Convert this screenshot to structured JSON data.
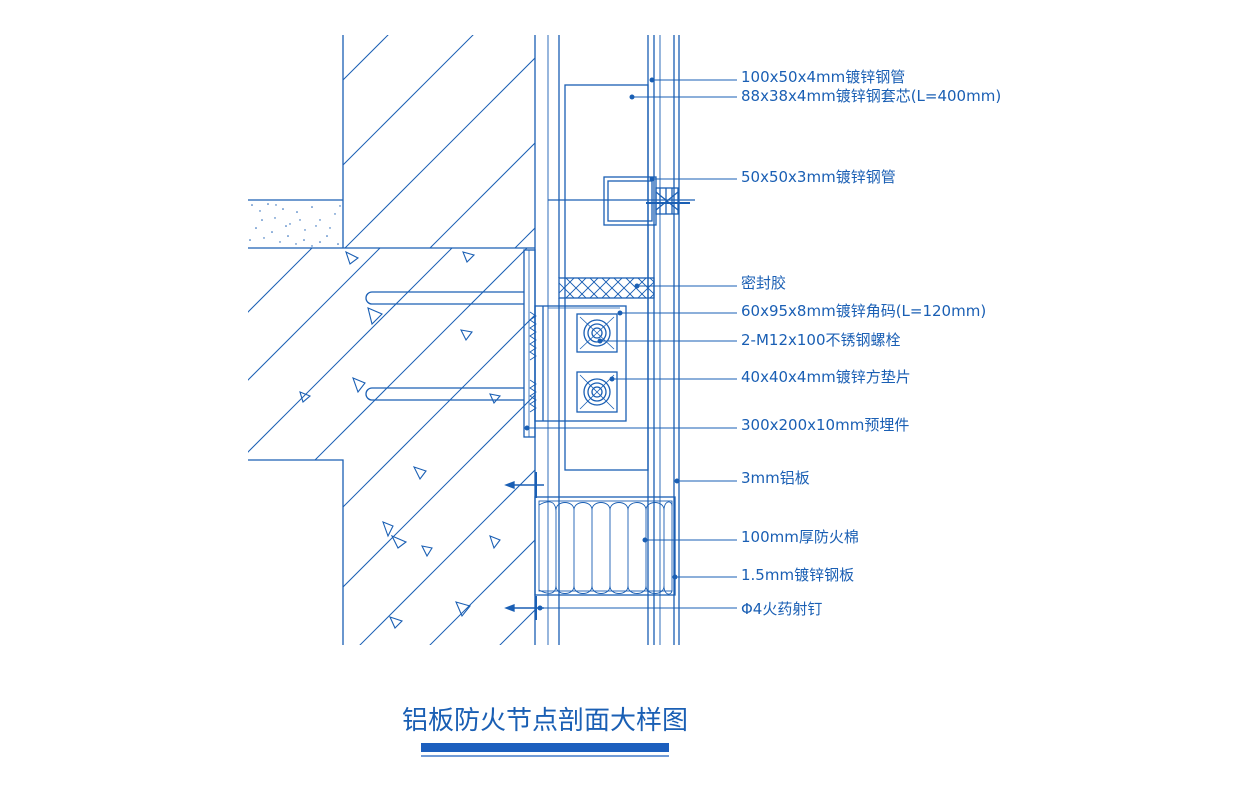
{
  "title": "铝板防火节点剖面大样图",
  "colors": {
    "line": "#1a5fb4",
    "title_bar": "#1c5fbe"
  },
  "labels": {
    "steel_tube_100": "100x50x4mm镀锌钢管",
    "sleeve_core": "88x38x4mm镀锌钢套芯(L=400mm)",
    "steel_tube_50": "50x50x3mm镀锌钢管",
    "sealant": "密封胶",
    "angle_bracket": "60x95x8mm镀锌角码(L=120mm)",
    "bolts": "2-M12x100不锈钢螺栓",
    "square_washer": "40x40x4mm镀锌方垫片",
    "embedded_plate": "300x200x10mm预埋件",
    "aluminum_panel": "3mm铝板",
    "fire_wool": "100mm厚防火棉",
    "steel_plate": "1.5mm镀锌钢板",
    "powder_nail": "Φ4火药射钉"
  }
}
